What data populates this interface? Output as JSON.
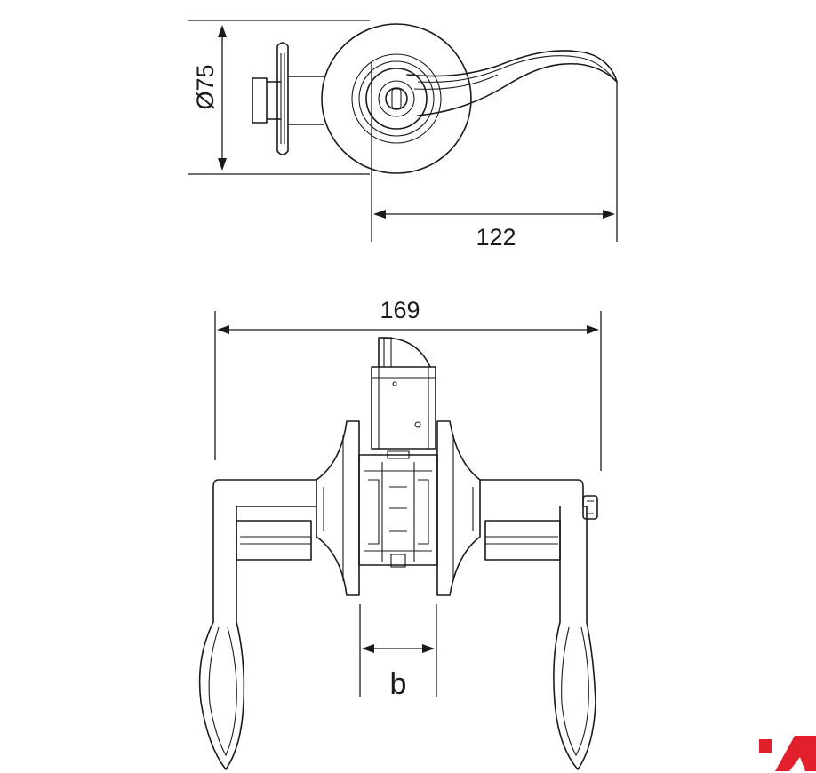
{
  "dimensions": {
    "rose_diameter": "Ø75",
    "lever_projection": "122",
    "overall_width": "169",
    "door_thickness": "b"
  },
  "colors": {
    "line": "#1a1a1a",
    "logo": "#e2202c",
    "background": "#ffffff"
  },
  "logo": {
    "icon": "brand-logo-icon"
  }
}
